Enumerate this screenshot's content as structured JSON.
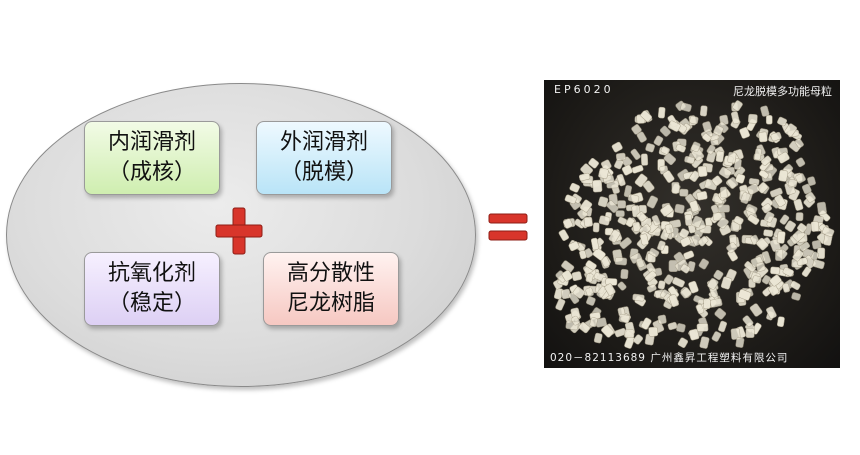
{
  "boxes": [
    {
      "line1": "内润滑剂",
      "line2": "（成核）"
    },
    {
      "line1": "外润滑剂",
      "line2": "（脱模）"
    },
    {
      "line1": "抗氧化剂",
      "line2": "（稳定）"
    },
    {
      "line1": "高分散性",
      "line2": "尼龙树脂"
    }
  ],
  "photo": {
    "code": "EP6020",
    "title": "尼龙脱模多功能母粒",
    "footer": "020－82113689 广州鑫昇工程塑料有限公司"
  },
  "colors": {
    "operator": "#d8352b",
    "pellet": "#ece7d6"
  }
}
